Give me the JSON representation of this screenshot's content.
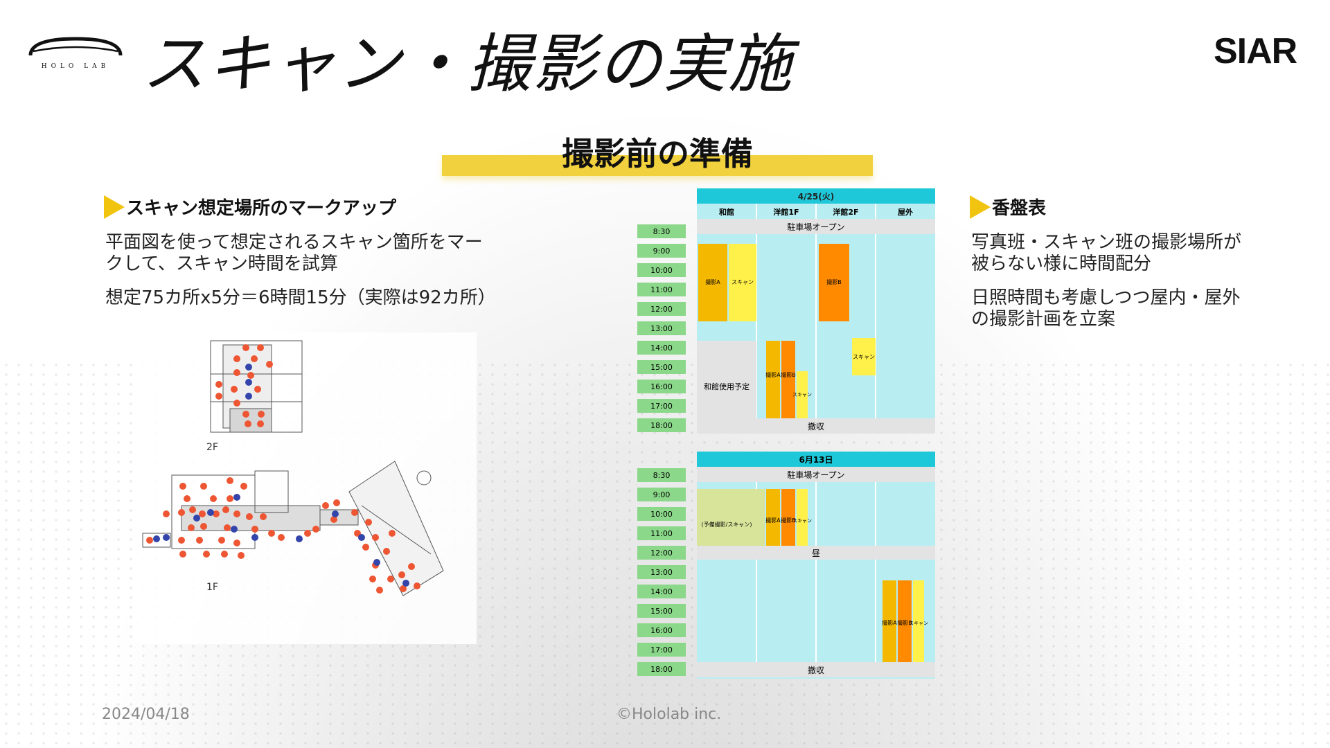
{
  "header": {
    "title": "スキャン・撮影の実施",
    "logo_left_text": "HOLO LAB",
    "logo_right_text": "SIAR"
  },
  "section": {
    "title": "撮影前の準備"
  },
  "left": {
    "heading": "スキャン想定場所のマークアップ",
    "para1_line1": "平面図を使って想定されるスキャン箇所をマー",
    "para1_line2": "クして、スキャン時間を試算",
    "para2": "想定75カ所x5分＝6時間15分（実際は92カ所）",
    "floor_2f_label": "2F",
    "floor_1f_label": "1F"
  },
  "right": {
    "heading": "香盤表",
    "para1_line1": "写真班・スキャン班の撮影場所が",
    "para1_line2": "被らない様に時間配分",
    "para2_line1": "日照時間も考慮しつつ屋内・屋外",
    "para2_line2": "の撮影計画を立案"
  },
  "schedule": {
    "times": [
      "8:30",
      "9:00",
      "10:00",
      "11:00",
      "12:00",
      "13:00",
      "14:00",
      "15:00",
      "16:00",
      "17:00",
      "18:00"
    ],
    "columns": [
      "和館",
      "洋館1F",
      "洋館2F",
      "屋外"
    ],
    "day1": {
      "date": "4/25(火)",
      "open": "駐車場オープン",
      "close": "撤収",
      "blocks": [
        {
          "label": "撮影A",
          "color": "#f5b800"
        },
        {
          "label": "スキャン",
          "color": "#fff04a"
        },
        {
          "label": "撮影B",
          "color": "#ff8a00"
        },
        {
          "label": "撮影A",
          "color": "#f5b800"
        },
        {
          "label": "撮影B",
          "color": "#ff8a00"
        },
        {
          "label": "スキャン",
          "color": "#fff04a"
        },
        {
          "label": "スキャン",
          "color": "#fff04a"
        }
      ],
      "reserved": "和館使用予定"
    },
    "day2": {
      "date": "6月13日",
      "open": "駐車場オープン",
      "lunch": "昼",
      "close": "撤収",
      "prelim": "(予備撮影/スキャン)",
      "blocks": [
        {
          "label": "撮影A",
          "color": "#f5b800"
        },
        {
          "label": "撮影B",
          "color": "#ff8a00"
        },
        {
          "label": "スキャン",
          "color": "#fff04a"
        },
        {
          "label": "撮影A",
          "color": "#f5b800"
        },
        {
          "label": "撮影B",
          "color": "#ff8a00"
        },
        {
          "label": "スキャン",
          "color": "#fff04a"
        }
      ]
    },
    "colors": {
      "header": "#1fc8d8",
      "body": "#b8eef2",
      "time": "#8bd88a",
      "gray": "#e3e3e3"
    }
  },
  "footer": {
    "date": "2024/04/18",
    "copyright": "©Hololab inc."
  }
}
